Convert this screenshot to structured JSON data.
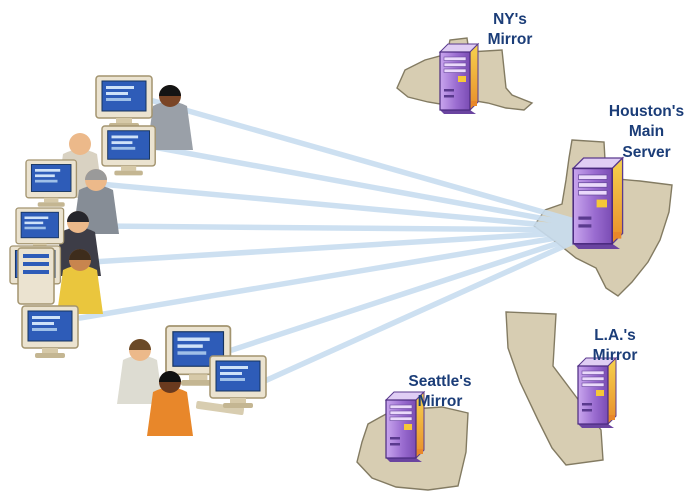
{
  "diagram": {
    "labels": {
      "ny": "NY's\nMirror",
      "houston": "Houston's\nMain\nServer",
      "seattle": "Seattle's\nMirror",
      "la": "L.A.'s\nMirror"
    },
    "nodes": [
      {
        "id": "ny-mirror",
        "label": "NY's Mirror",
        "icon": "server-tower-icon",
        "state_shape": "new-york"
      },
      {
        "id": "houston-main-server",
        "label": "Houston's Main Server",
        "icon": "server-tower-icon",
        "state_shape": "texas"
      },
      {
        "id": "seattle-mirror",
        "label": "Seattle's Mirror",
        "icon": "server-tower-icon",
        "state_shape": "washington"
      },
      {
        "id": "la-mirror",
        "label": "L.A.'s Mirror",
        "icon": "server-tower-icon",
        "state_shape": "california"
      },
      {
        "id": "user-cluster",
        "label": "",
        "icon": "users-at-computers-icon"
      }
    ],
    "connections": {
      "from": "user-cluster",
      "to": "houston-main-server",
      "line_count": 8
    },
    "colors": {
      "background": "#ffffff",
      "label_text": "#1b3d78",
      "connection_line": "#c8ddf0",
      "state_fill": "#d7cdb2",
      "state_stroke": "#837b62",
      "server_purple": "#9a6cd0",
      "server_accent_yellow": "#f5c23c",
      "server_accent_orange": "#e8872a",
      "monitor_screen_blue": "#2e5cb8"
    }
  }
}
